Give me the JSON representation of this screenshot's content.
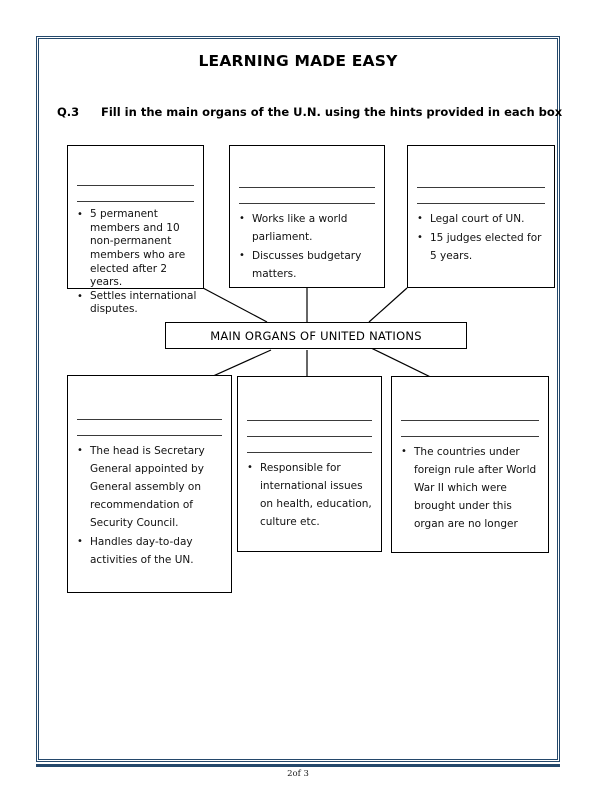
{
  "header": {
    "title": "LEARNING MADE EASY",
    "question_number": "Q.3",
    "question_text": "Fill in the main organs of the U.N. using the hints provided in each box"
  },
  "diagram": {
    "type": "organizational-chart",
    "central_label": "MAIN ORGANS OF UNITED NATIONS",
    "boxes": [
      {
        "id": "top-left",
        "position": "top-left",
        "answer_lines": 2,
        "hints": [
          "5 permanent members and 10 non-permanent members who are elected after 2 years.",
          "Settles international disputes."
        ]
      },
      {
        "id": "top-middle",
        "position": "top-middle",
        "answer_lines": 2,
        "hints": [
          "Works like a world parliament.",
          "Discusses budgetary matters."
        ]
      },
      {
        "id": "top-right",
        "position": "top-right",
        "answer_lines": 2,
        "hints": [
          "Legal court of UN.",
          "15 judges elected for 5 years."
        ]
      },
      {
        "id": "bottom-left",
        "position": "bottom-left",
        "answer_lines": 2,
        "hints": [
          "The head is Secretary General appointed by General assembly on recommendation of Security Council.",
          "Handles day-to-day activities of the UN."
        ]
      },
      {
        "id": "bottom-middle",
        "position": "bottom-middle",
        "answer_lines": 3,
        "hints": [
          "Responsible for international issues on health, education, culture etc."
        ]
      },
      {
        "id": "bottom-right",
        "position": "bottom-right",
        "answer_lines": 2,
        "hints": [
          "The countries under foreign rule after World War II which were brought under this organ are no longer"
        ]
      }
    ]
  },
  "footer": {
    "page_label": "2of 3"
  },
  "colors": {
    "page_border": "#24486b",
    "box_border": "#000000",
    "blank_line": "#3a3a3a",
    "text": "#000000",
    "background": "#ffffff"
  }
}
